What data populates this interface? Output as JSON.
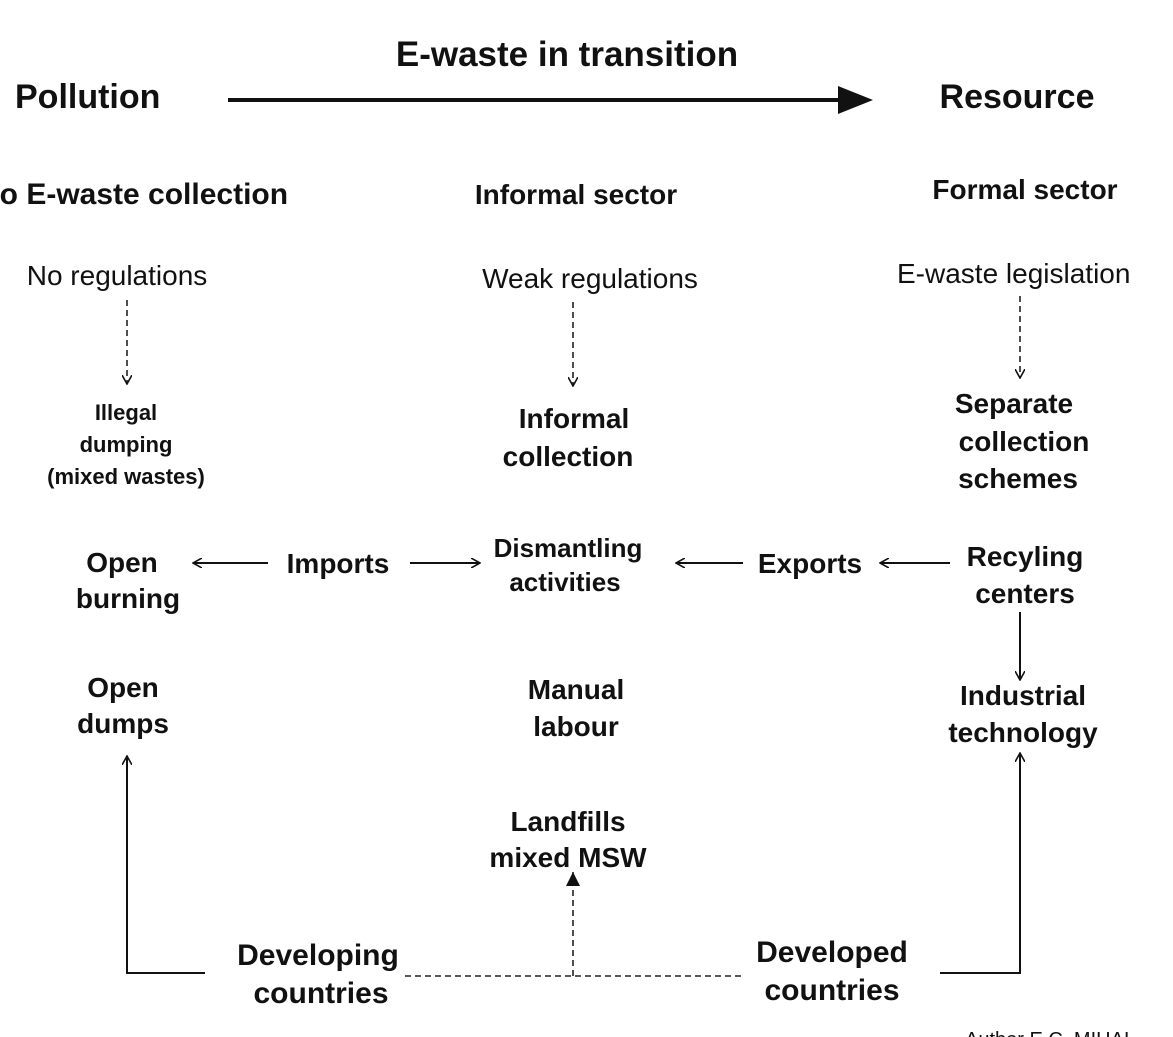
{
  "title": "E-waste in transition",
  "left_pole": "Pollution",
  "right_pole": "Resource",
  "columns": {
    "left": {
      "heading": "No E-waste collection",
      "regulation": "No regulations",
      "outcome": [
        "Illegal",
        "dumping",
        "(mixed wastes)"
      ]
    },
    "middle": {
      "heading": "Informal sector",
      "regulation": "Weak regulations",
      "outcome": [
        "Informal",
        "collection"
      ]
    },
    "right": {
      "heading": "Formal sector",
      "regulation": "E-waste legislation",
      "outcome": [
        "Separate",
        "collection",
        "schemes"
      ]
    }
  },
  "flow": {
    "open_burning": [
      "Open",
      "burning"
    ],
    "imports": "Imports",
    "dismantling": [
      "Dismantling",
      "activities"
    ],
    "exports": "Exports",
    "recycling": [
      "Recyling",
      "centers"
    ]
  },
  "row3": {
    "open_dumps": [
      "Open",
      "dumps"
    ],
    "manual_labour": [
      "Manual",
      "labour"
    ],
    "industrial": [
      "Industrial",
      "technology"
    ]
  },
  "landfills": [
    "Landfills",
    "mixed MSW"
  ],
  "developing": [
    "Developing",
    "countries"
  ],
  "developed": [
    "Developed",
    "countries"
  ],
  "author": "Author E.C. MIHAI"
}
